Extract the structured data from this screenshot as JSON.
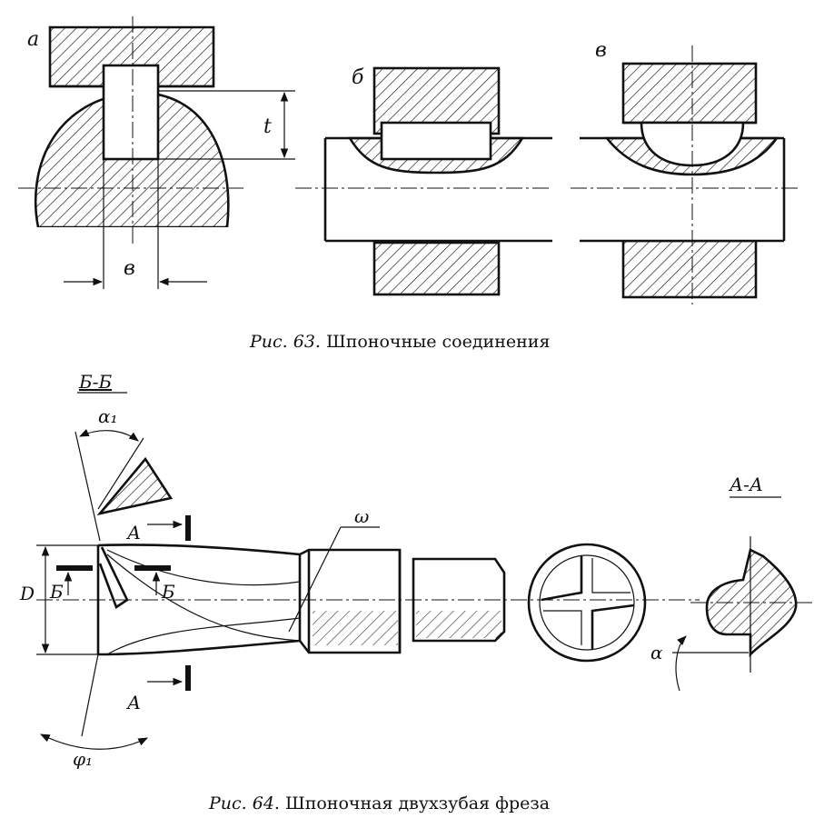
{
  "fig63": {
    "caption_num": "Рис. 63.",
    "caption_text": "Шпоночные соединения",
    "label_a": "а",
    "label_b": "б",
    "label_v": "в",
    "dim_t": "t",
    "dim_b": "в"
  },
  "fig64": {
    "caption_num": "Рис. 64.",
    "caption_text": "Шпоночная двухзубая фреза",
    "section_bb": "Б-Б",
    "section_aa": "А-А",
    "alpha1": "α₁",
    "phi1": "φ₁",
    "omega": "ω",
    "dim_d": "D",
    "mark_a": "А",
    "mark_b": "Б",
    "alpha": "α"
  }
}
